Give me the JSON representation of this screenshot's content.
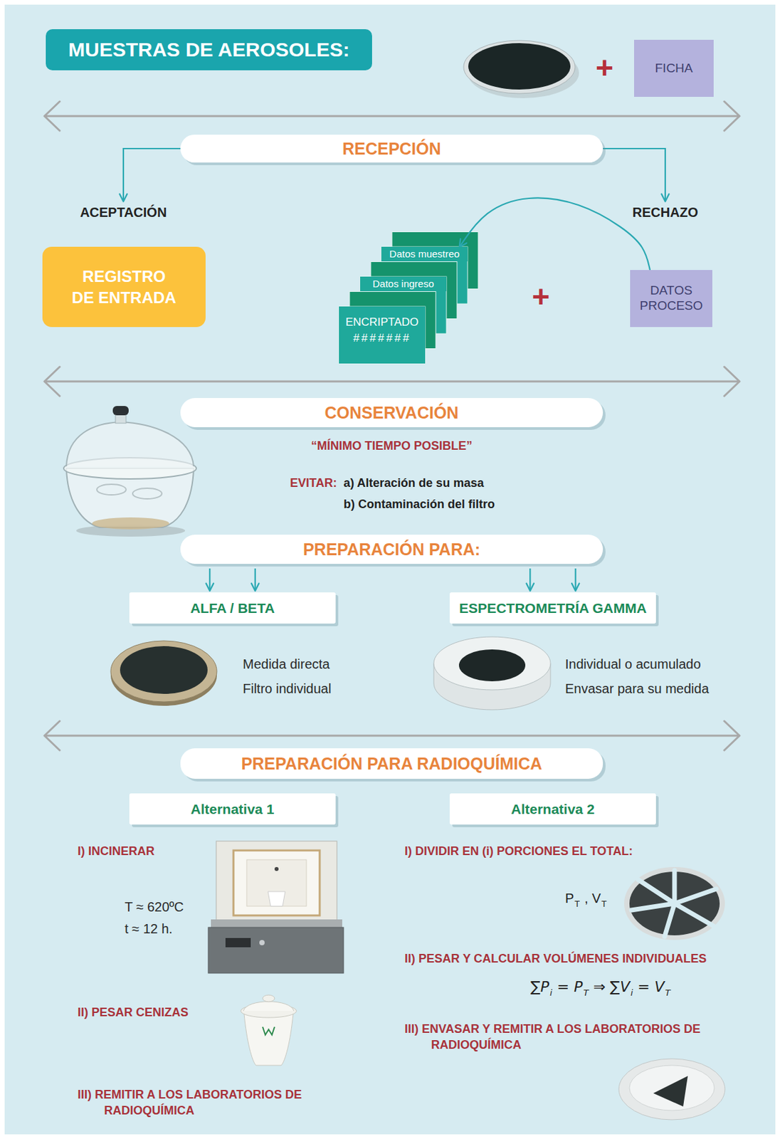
{
  "diagram": {
    "title": "MUESTRAS DE AEROSOLES:",
    "nodes": [
      {
        "text": [
          "FICHA"
        ]
      },
      {
        "text": [
          "RECEPCIÓN"
        ]
      },
      {
        "text": [
          "ACEPTACIÓN"
        ]
      },
      {
        "text": [
          "RECHAZO"
        ]
      },
      {
        "text": [
          "REGISTRO DE ENTRADA"
        ]
      },
      {
        "text": [
          "Datos muestreo"
        ]
      },
      {
        "text": [
          "Datos ingreso"
        ]
      },
      {
        "text": [
          "ENCRIPTADO",
          "#######"
        ]
      },
      {
        "text": [
          "DATOS PROCESO"
        ]
      },
      {
        "text": [
          "CONSERVACIÓN"
        ]
      },
      {
        "text": [
          "PREPARACIÓN PARA:"
        ]
      },
      {
        "text": [
          "ALFA / BETA"
        ]
      },
      {
        "text": [
          "ESPECTROMETRÍA GAMMA"
        ]
      },
      {
        "text": [
          "PREPARACIÓN PARA RADIOQUÍMICA"
        ]
      },
      {
        "text": [
          "Alternativa 1"
        ]
      },
      {
        "text": [
          "Alternativa 2"
        ]
      }
    ],
    "edges": [
      {
        "from": 1,
        "to": 2,
        "arrow": "to"
      },
      {
        "from": 1,
        "to": 3,
        "arrow": "to"
      },
      {
        "from": 8,
        "to": 5,
        "arrow": "to"
      },
      {
        "from": 10,
        "to": 11,
        "arrow": "to"
      },
      {
        "from": 10,
        "to": 11,
        "arrow": "to"
      },
      {
        "from": 10,
        "to": 12,
        "arrow": "to"
      },
      {
        "from": 10,
        "to": 12,
        "arrow": "to"
      }
    ],
    "labels": [
      "+",
      "+",
      "“MÍNIMO TIEMPO POSIBLE”",
      "EVITAR:",
      "a) Alteración de su masa",
      "b) Contaminación del filtro",
      "Medida directa",
      "Filtro individual",
      "Individual o acumulado",
      "Envasar para su medida",
      "I) INCINERAR",
      "T ≈ 620ºC",
      "t ≈ 12 h.",
      "II) PESAR CENIZAS",
      "III) REMITIR A LOS LABORATORIOS DE RADIOQUÍMICA",
      "I) DIVIDIR EN (i) PORCIONES EL TOTAL:",
      "P",
      "T",
      ", V",
      "T",
      "II) PESAR Y CALCULAR VOLÚMENES INDIVIDUALES",
      "∑P",
      "i",
      "= P",
      "T",
      "⇒ ∑V",
      "i",
      "= V",
      "T",
      "III) ENVASAR Y REMITIR A LOS LABORATORIOS DE RADIOQUÍMICA"
    ]
  }
}
